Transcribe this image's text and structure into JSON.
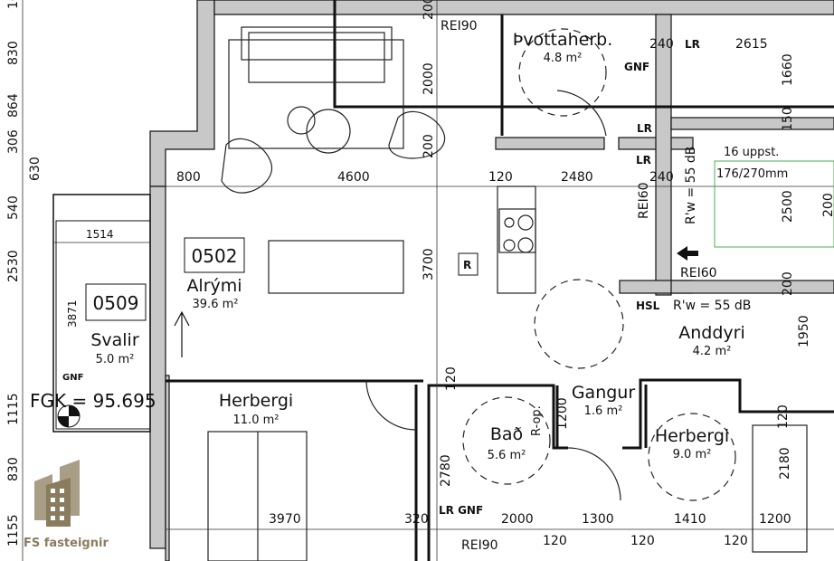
{
  "rooms": {
    "alrymi": {
      "id": "0502",
      "name": "Alrými",
      "area": "39.6 m²"
    },
    "svalir": {
      "id": "0509",
      "name": "Svalir",
      "area": "5.0 m²"
    },
    "herbergi1": {
      "name": "Herbergi",
      "area": "11.0 m²"
    },
    "herbergi2": {
      "name": "Herbergi",
      "area": "9.0 m²"
    },
    "thvottaherb": {
      "name": "Þvottaherb.",
      "area": "4.8 m²"
    },
    "anddyri": {
      "name": "Anddyri",
      "area": "4.2 m²"
    },
    "gangur": {
      "name": "Gangur",
      "area": "1.6 m²"
    },
    "bad": {
      "name": "Bað",
      "area": "5.6 m²"
    }
  },
  "stair": {
    "steps": "16 uppst.",
    "ratio": "176/270mm"
  },
  "fgk": "FGK = 95.695",
  "labels": {
    "rei90_top": "REI90",
    "rei90_bottom": "REI90",
    "rei60_v": "REI60",
    "rei60_h": "REI60",
    "rw_v": "R'w = 55 dB",
    "rw_h": "R'w = 55 dB",
    "gnf_laundry": "GNF",
    "gnf_balcony": "GNF",
    "lr_top": "LR",
    "lr_laundry": "LR",
    "lr_kitchen": "LR",
    "lr_gnf_bath": "LR GNF",
    "hsl": "HSL",
    "r_box": "R",
    "r_op": "R-op."
  },
  "dimensions": {
    "left": [
      "10",
      "830",
      "864",
      "306",
      "630",
      "540",
      "2530",
      "1115",
      "830",
      "1155"
    ],
    "d800": "800",
    "d4600": "4600",
    "d1514": "1514",
    "d3871": "3871",
    "d3970": "3970",
    "d320": "320",
    "d120a": "120",
    "d2480": "2480",
    "d240a": "240",
    "d240b": "240",
    "d2615": "2615",
    "d1660": "1660",
    "d150": "150",
    "d2500": "2500",
    "d200a": "200",
    "d200b": "200",
    "d200c": "200",
    "d200d": "200",
    "d2000v": "2000",
    "d3700": "3700",
    "d1950": "1950",
    "d120b": "120",
    "d120c": "120",
    "d1200v": "1200",
    "d2180": "2180",
    "d2780": "2780",
    "d2000": "2000",
    "d1300": "1300",
    "d1410": "1410",
    "d1200": "1200",
    "d120d": "120",
    "d120e": "120",
    "d120f": "120"
  },
  "logo": {
    "text": "FS fasteignir",
    "color": "#8a7c5e"
  },
  "colors": {
    "wall": "#c8c8c8",
    "stair_box": "#4caf50"
  }
}
